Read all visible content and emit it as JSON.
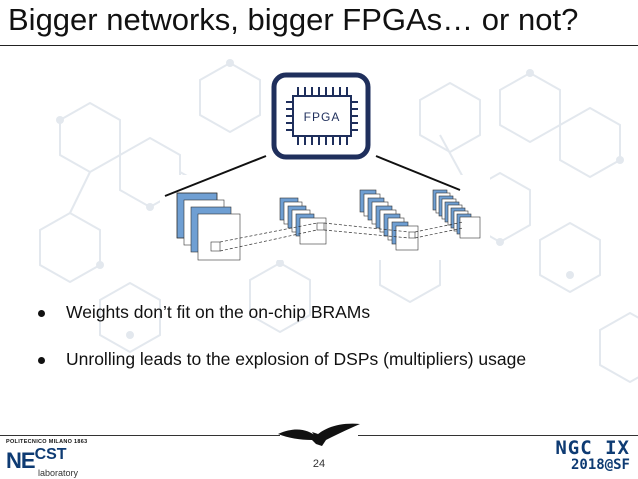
{
  "slide": {
    "title": "Bigger networks, bigger FPGAs… or not?",
    "chip_label": "FPGA",
    "bullets": [
      "Weights don’t fit on the on-chip BRAMs",
      "Unrolling leads to the explosion of DSPs (multipliers) usage"
    ],
    "page_number": "24"
  },
  "footer": {
    "institution": "POLITECNICO MILANO 1863",
    "lab_logo_ne": "NE",
    "lab_logo_cst": "CST",
    "lab_logo_sub": "laboratory",
    "event_line1": "NGC IX",
    "event_line2": "2018@SF"
  },
  "colors": {
    "chip_frame": "#1f2f5c",
    "layer_blue": "#6f9fd3",
    "accent_navy": "#0e3b73"
  }
}
